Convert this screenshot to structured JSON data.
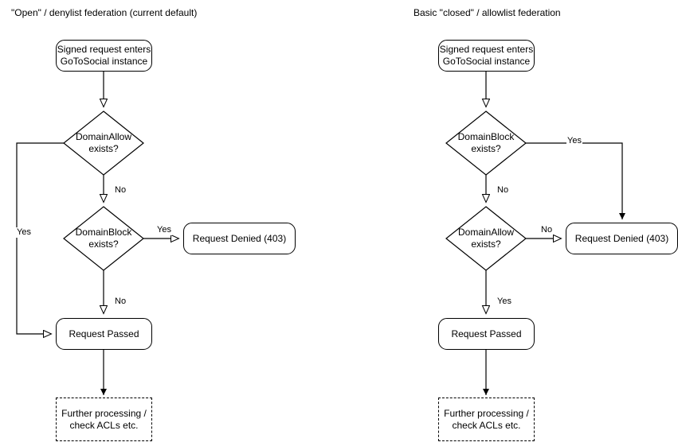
{
  "diagrams": [
    {
      "title": "\"Open\" / denylist federation (current default)",
      "nodes": {
        "start": "Signed request enters\nGoToSocial instance",
        "decision1": "DomainAllow\nexists?",
        "decision2": "DomainBlock\nexists?",
        "denied": "Request Denied (403)",
        "passed": "Request Passed",
        "further": "Further processing /\ncheck ACLs etc."
      },
      "edge_labels": {
        "allow_yes": "Yes",
        "allow_no": "No",
        "block_yes": "Yes",
        "block_no": "No"
      }
    },
    {
      "title": "Basic \"closed\" / allowlist federation",
      "nodes": {
        "start": "Signed request enters\nGoToSocial instance",
        "decision1": "DomainBlock\nexists?",
        "decision2": "DomainAllow\nexists?",
        "denied": "Request Denied (403)",
        "passed": "Request Passed",
        "further": "Further processing /\ncheck ACLs etc."
      },
      "edge_labels": {
        "block_yes": "Yes",
        "block_no": "No",
        "allow_no": "No",
        "allow_yes": "Yes"
      }
    }
  ],
  "style": {
    "stroke": "#000000",
    "fill": "#ffffff",
    "background": "#ffffff"
  }
}
